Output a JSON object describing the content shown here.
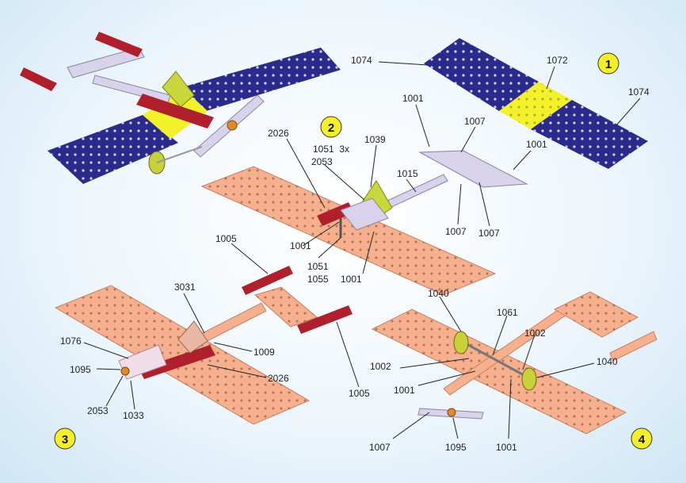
{
  "steps": [
    {
      "number": "1",
      "color": "#f5ef2a"
    },
    {
      "number": "2",
      "color": "#f5ef2a"
    },
    {
      "number": "3",
      "color": "#f5ef2a"
    },
    {
      "number": "4",
      "color": "#f5ef2a"
    }
  ],
  "part_labels": {
    "s1_1074_left": "1074",
    "s1_1072": "1072",
    "s1_1074_right": "1074",
    "s2_1001_top": "1001",
    "s2_1007_top": "1007",
    "s2_1001_right": "1001",
    "s2_2026": "2026",
    "s2_1039": "1039",
    "s2_1051_3x": "1051  3x",
    "s2_2053": "2053",
    "s2_1015": "1015",
    "s2_1007_b1": "1007",
    "s2_1007_b2": "1007",
    "s2_1001_left": "1001",
    "s2_1051": "1051",
    "s2_1055": "1055",
    "s2_1001_bottom": "1001",
    "s3_1005_top": "1005",
    "s3_3031": "3031",
    "s3_1076": "1076",
    "s3_1009": "1009",
    "s3_1095": "1095",
    "s3_2026": "2026",
    "s3_2053": "2053",
    "s3_1033": "1033",
    "s3_1005_bottom": "1005",
    "s4_1040_left": "1040",
    "s4_1061": "1061",
    "s4_1002_right": "1002",
    "s4_1040_right": "1040",
    "s4_1002_left": "1002",
    "s4_1001_left": "1001",
    "s4_1007": "1007",
    "s4_1095": "1095",
    "s4_1001_right": "1001"
  },
  "colors": {
    "plate_blue": "#2a2a8c",
    "plate_yellow": "#f2f22a",
    "plate_salmon": "#f6b08e",
    "strip_red": "#b0202c",
    "strip_lilac": "#d8d2ea",
    "wheel_green": "#c8d03a"
  }
}
